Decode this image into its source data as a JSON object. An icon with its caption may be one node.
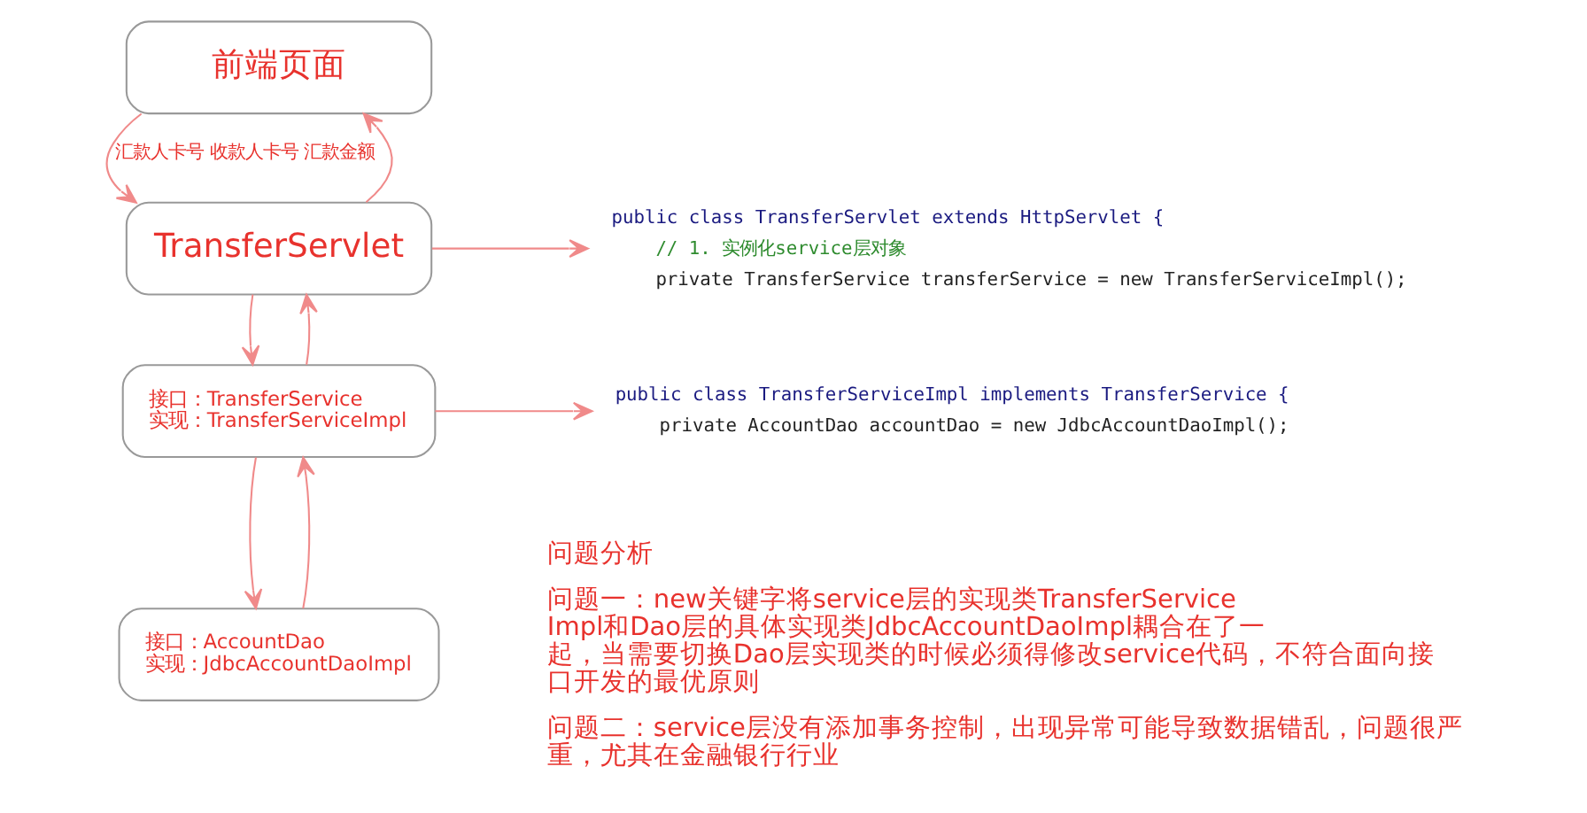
{
  "diagram": {
    "nodes": [
      {
        "text": [
          "前端页面"
        ]
      },
      {
        "text": [
          "TransferServlet"
        ]
      },
      {
        "text": [
          "接口：TransferService",
          "实现：TransferServiceImpl"
        ]
      },
      {
        "text": [
          "接口：AccountDao",
          "实现：JdbcAccountDaoImpl"
        ]
      },
      {
        "text": [
          "public class TransferServlet extends HttpServlet {",
          "// 1. 实例化service层对象",
          "private TransferService transferService = new TransferServiceImpl();"
        ]
      },
      {
        "text": [
          "public class TransferServiceImpl implements TransferService {",
          "private AccountDao accountDao = new JdbcAccountDaoImpl();"
        ]
      }
    ],
    "edges": [
      {
        "from": 0,
        "to": 1,
        "arrow": "to",
        "label": "汇款人卡号 收款人卡号 汇款金额"
      },
      {
        "from": 1,
        "to": 0,
        "arrow": "to"
      },
      {
        "from": 1,
        "to": 2,
        "arrow": "to"
      },
      {
        "from": 2,
        "to": 1,
        "arrow": "to"
      },
      {
        "from": 2,
        "to": 3,
        "arrow": "to"
      },
      {
        "from": 3,
        "to": 2,
        "arrow": "to"
      },
      {
        "from": 1,
        "to": 4,
        "arrow": "to"
      },
      {
        "from": 2,
        "to": 5,
        "arrow": "to"
      }
    ],
    "labels": [
      "问题分析",
      "问题一：new关键字将service层的实现类TransferServiceImpl和Dao层的具体实现类JdbcAccountDaoImpl耦合在了一起，当需要切换Dao层实现类的时候必须得修改service代码，不符合面向接口开发的最优原则",
      "问题二：service层没有添加事务控制，出现异常可能导致数据错乱，问题很严重，尤其在金融银行行业"
    ]
  }
}
